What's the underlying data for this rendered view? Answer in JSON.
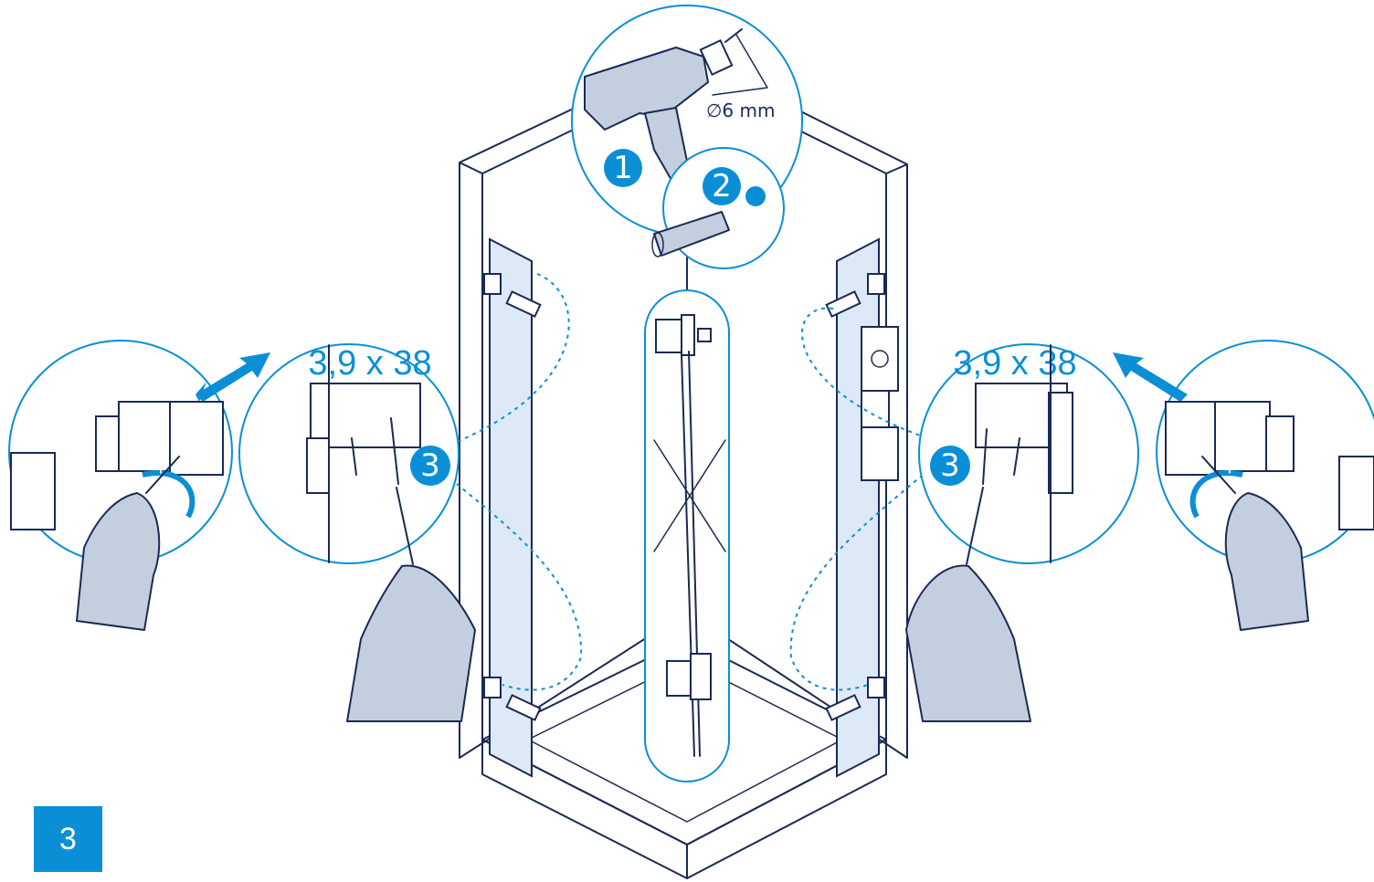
{
  "step": {
    "number": "3"
  },
  "drill": {
    "diameter_label": "∅6 mm"
  },
  "callouts": {
    "drill_step": "1",
    "plug_step": "2",
    "screw_step_left": "3",
    "screw_step_right": "3"
  },
  "screws": {
    "left_label": "3,9 x 38",
    "right_label": "3,9 x 38"
  },
  "adjust": {
    "left_plus": "+",
    "right_plus": "+"
  },
  "colors": {
    "accent": "#0a8fd6",
    "line": "#1a2a55",
    "glass": "#dde9f6",
    "hand": "#c3cfdf"
  }
}
